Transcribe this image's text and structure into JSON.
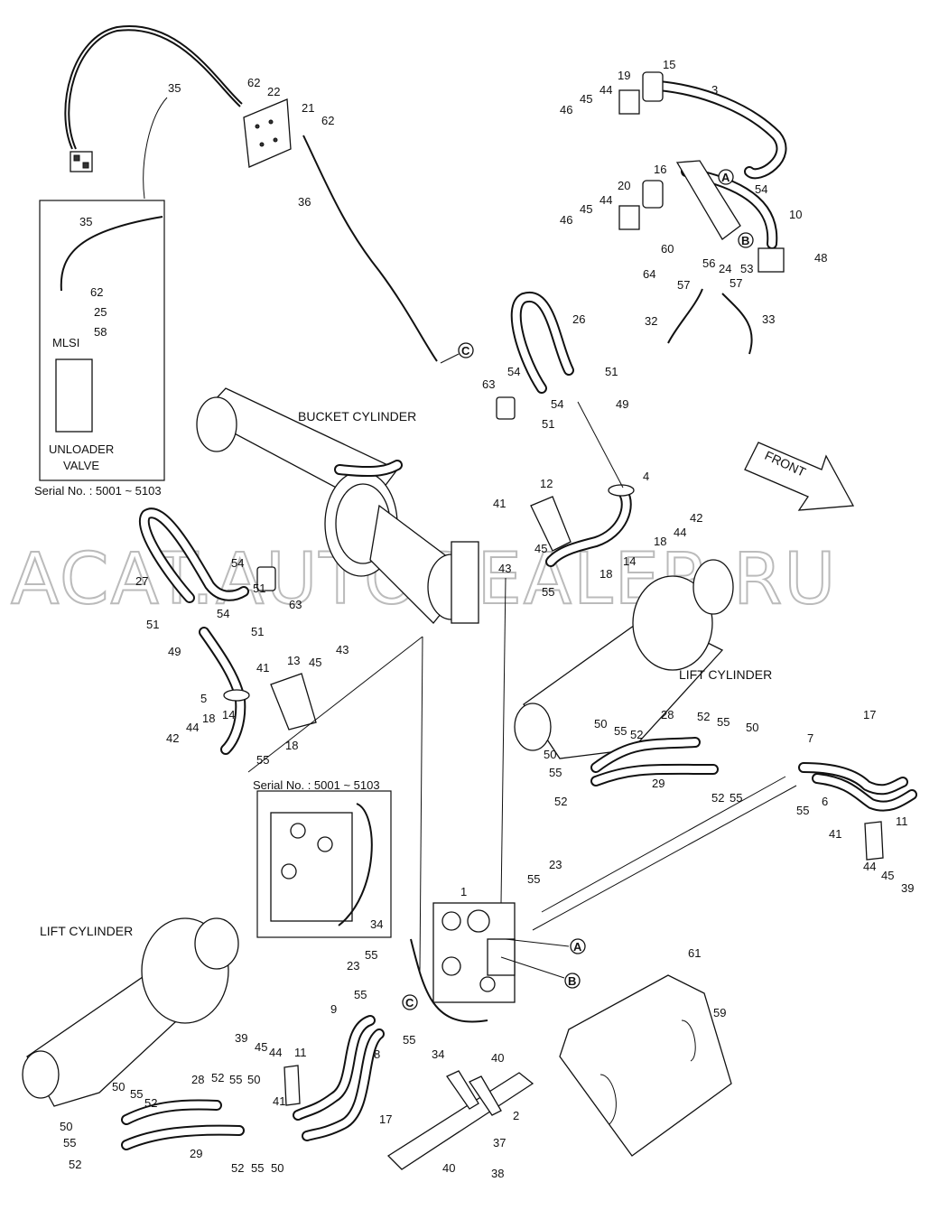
{
  "labels": {
    "bucket_cylinder": "BUCKET CYLINDER",
    "lift_cylinder_right": "LIFT CYLINDER",
    "lift_cylinder_left": "LIFT CYLINDER",
    "mlsi": "MLSI",
    "unloader_line1": "UNLOADER",
    "unloader_line2": "VALVE",
    "serial_top": "Serial No. : 5001 ~ 5103",
    "serial_mid": "Serial No. : 5001 ~ 5103",
    "front": "FRONT",
    "watermark": "ACAT.AUTODEALER.RU"
  },
  "connectors": [
    "A",
    "B",
    "C"
  ],
  "part_numbers": {
    "p1": "1",
    "p2": "2",
    "p3": "3",
    "p4": "4",
    "p5": "5",
    "p6": "6",
    "p7": "7",
    "p8": "8",
    "p9": "9",
    "p10": "10",
    "p11": "11",
    "p12": "12",
    "p13": "13",
    "p14": "14",
    "p15": "15",
    "p16": "16",
    "p17": "17",
    "p18": "18",
    "p19": "19",
    "p20": "20",
    "p21": "21",
    "p22": "22",
    "p23": "23",
    "p24": "24",
    "p25": "25",
    "p26": "26",
    "p27": "27",
    "p28": "28",
    "p29": "29",
    "p32": "32",
    "p33": "33",
    "p34": "34",
    "p35": "35",
    "p36": "36",
    "p37": "37",
    "p38": "38",
    "p39": "39",
    "p40": "40",
    "p41": "41",
    "p42": "42",
    "p43": "43",
    "p44": "44",
    "p45": "45",
    "p46": "46",
    "p48": "48",
    "p49": "49",
    "p50": "50",
    "p51": "51",
    "p52": "52",
    "p53": "53",
    "p54": "54",
    "p55": "55",
    "p56": "56",
    "p57": "57",
    "p58": "58",
    "p59": "59",
    "p60": "60",
    "p61": "61",
    "p62": "62",
    "p63": "63",
    "p64": "64"
  }
}
